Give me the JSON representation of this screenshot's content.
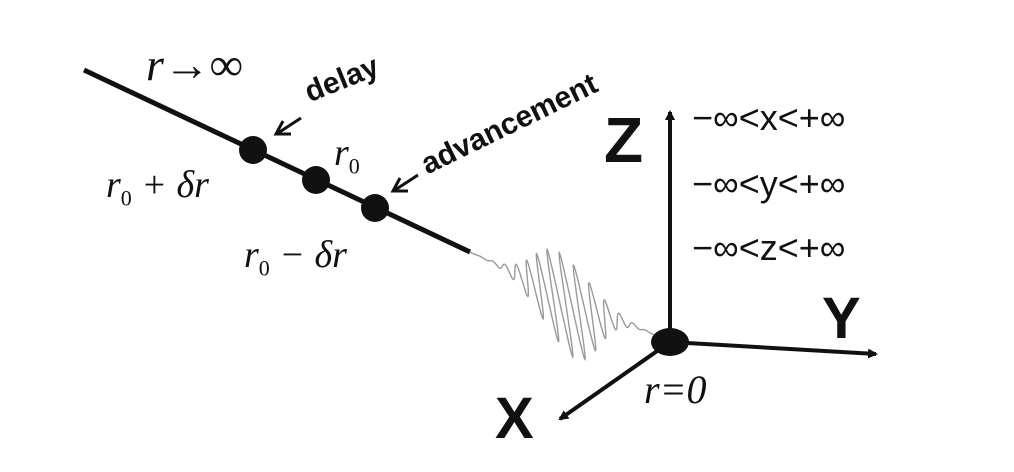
{
  "labels": {
    "r_inf": "r→∞",
    "delay": "delay",
    "advancement": "advancement",
    "r0": "r",
    "r0_sub": "0",
    "r0_plus_r": "r",
    "r0_plus_sub": "0",
    "r0_plus_rest": " + δr",
    "r0_minus_r": "r",
    "r0_minus_sub": "0",
    "r0_minus_rest": " − δr",
    "axis_z": "Z",
    "axis_y": "Y",
    "axis_x": "X",
    "origin": "r=0",
    "range_x": "−∞<x<+∞",
    "range_y": "−∞<y<+∞",
    "range_z": "−∞<z<+∞"
  },
  "colors": {
    "ink": "#111111",
    "wave": "#9a9a9a"
  }
}
